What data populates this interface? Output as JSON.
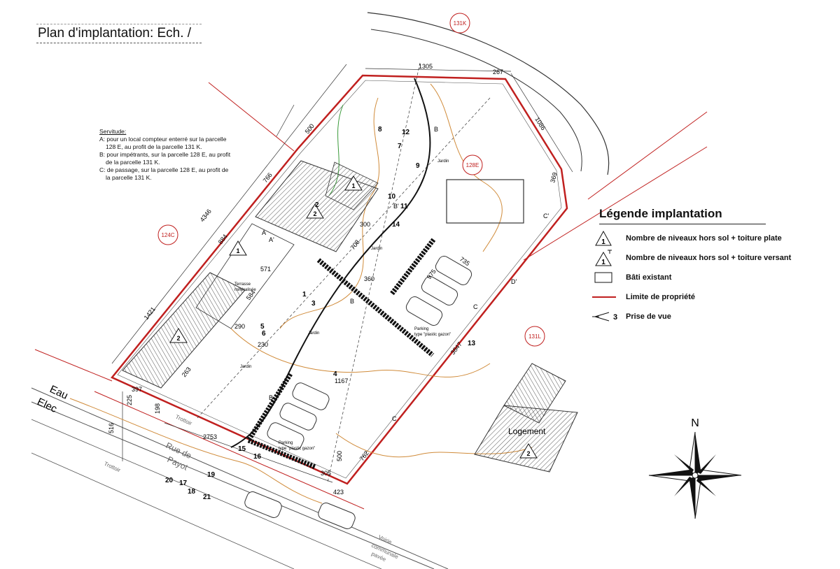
{
  "title": "Plan d'implantation: Ech. /",
  "servitude": {
    "heading": "Servitude:",
    "lines": [
      "A: pour un local compteur enterré sur la parcelle",
      "128 E, au profit de la parcelle 131 K.",
      "B: pour impétrants, sur la parcelle 128 E, au profit",
      "de la parcelle 131 K.",
      "C: de passage, sur la parcelle 128 E, au profit de",
      "la parcelle 131 K."
    ]
  },
  "legend": {
    "title": "Légende implantation",
    "items": [
      {
        "symbol": "triangle-flat",
        "num": "1",
        "label": "Nombre de niveaux hors sol + toiture plate"
      },
      {
        "symbol": "triangle-pitched",
        "num": "1",
        "label": "Nombre de niveaux hors sol + toiture versant"
      },
      {
        "symbol": "rect",
        "label": "Bâti existant"
      },
      {
        "symbol": "line-red",
        "label": "Limite de propriété"
      },
      {
        "symbol": "view",
        "num": "3",
        "label": "Prise de vue"
      }
    ]
  },
  "parcels": [
    "131K",
    "128E",
    "124C",
    "131L"
  ],
  "street": {
    "name_a": "Rue de",
    "name_b": "Payot",
    "trottoir_a": "Trottoir",
    "trottoir_b": "Trottoir",
    "voirie_a": "Voirie",
    "voirie_b": "communale",
    "voirie_c": "pavée",
    "eau": "Eau",
    "elec": "Elec"
  },
  "zones": {
    "jardin": "Jardin",
    "terrasse": "Terrasse",
    "terrasse_min": "minéralisée",
    "parking": "Parking",
    "parking_type": "type \"plastic gazon\"",
    "logement": "Logement"
  },
  "dimensions": [
    "1305",
    "267",
    "1086",
    "369",
    "4346",
    "766",
    "884",
    "1421",
    "500",
    "571",
    "584",
    "300",
    "708",
    "735",
    "975",
    "360",
    "3847",
    "1167",
    "2753",
    "762",
    "500",
    "423",
    "305",
    "516",
    "225",
    "397",
    "198",
    "263",
    "290",
    "230"
  ],
  "units": {
    "u1": "1",
    "u2": "2",
    "u3": "2",
    "u4": "1",
    "u5": "2"
  },
  "views": [
    "1",
    "2",
    "3",
    "4",
    "5",
    "6",
    "7",
    "8",
    "9",
    "10",
    "11",
    "12",
    "13",
    "14",
    "15",
    "16",
    "17",
    "18",
    "19",
    "20",
    "21"
  ],
  "labels_AB": [
    "A",
    "A'",
    "B",
    "B'",
    "C",
    "C'",
    "D'"
  ],
  "north": "N",
  "colors": {
    "boundary": "#c0201f",
    "contour": "#d08b3a",
    "green": "#3a9a3a",
    "line": "#111"
  }
}
